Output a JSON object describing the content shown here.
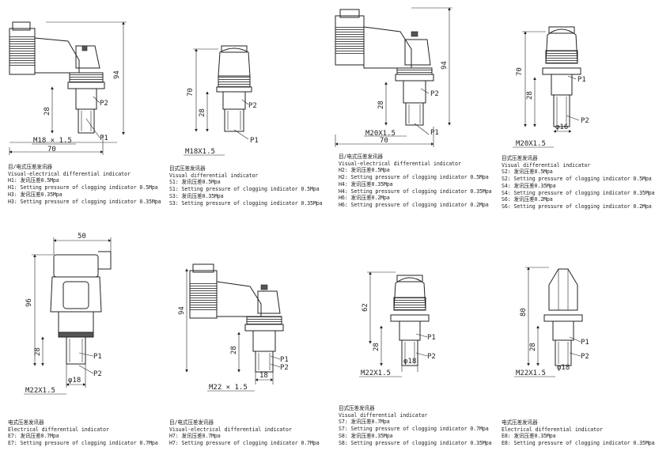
{
  "dimensions": {
    "d1": {
      "height": "94",
      "h2": "28",
      "width": "70",
      "thread": "M18 × 1.5"
    },
    "d2": {
      "height": "70",
      "h2": "28",
      "thread": "M18X1.5"
    },
    "d3": {
      "height": "94",
      "h2": "28",
      "width": "70",
      "thread": "M20X1.5"
    },
    "d4": {
      "height": "70",
      "h2": "28",
      "thread": "M20X1.5",
      "dia": "φ16"
    },
    "d5": {
      "height": "96",
      "h2": "28",
      "width": "50",
      "thread": "M22X1.5",
      "dia": "φ18"
    },
    "d6": {
      "height": "94",
      "h2": "28",
      "width": "18",
      "thread": "M22 × 1.5"
    },
    "d7": {
      "height": "62",
      "h2": "28",
      "thread": "M22X1.5",
      "dia": "φ18"
    },
    "d8": {
      "height": "80",
      "h2": "28",
      "thread": "M22X1.5",
      "dia": "φ18"
    }
  },
  "labels": {
    "p1": "P1",
    "p2": "P2"
  },
  "captions": {
    "c1": [
      "目/电式压差发讯器",
      "Visual-electrical differential indicator",
      "H1: 发讯压差0.5Mpa",
      "H1: Setting pressure of clogging indicator 0.5Mpa",
      "H3: 发讯压差0.35Mpa",
      "H3: Setting pressure of clogging indicator 0.35Mpa"
    ],
    "c2": [
      "目式压差发讯器",
      "Visual differential indicator",
      "S1: 发讯压差0.5Mpa",
      "S1: Setting pressure of clogging indicator 0.5Mpa",
      "S3: 发讯压差0.35Mpa",
      "S3: Setting pressure of clogging indicator 0.35Mpa"
    ],
    "c3": [
      "目/电式压差发讯器",
      "Visual-electrical differential indicator",
      "H2: 发讯压差0.5Mpa",
      "H2: Setting pressure of clogging indicator 0.5Mpa",
      "H4: 发讯压差0.35Mpa",
      "H4: Setting pressure of clogging indicator 0.35Mpa",
      "H6: 发讯压差0.2Mpa",
      "H6: Setting pressure of clogging indicator 0.2Mpa"
    ],
    "c4": [
      "目式压差发讯器",
      "Visual differential indicator",
      "S2: 发讯压差0.5Mpa",
      "S2: Setting pressure of clogging indicator 0.5Mpa",
      "S4: 发讯压差0.35Mpa",
      "S4: Setting pressure of clogging indicator 0.35Mpa",
      "S6: 发讯压差0.2Mpa",
      "S6: Setting pressure of clogging indicator 0.2Mpa"
    ],
    "c5": [
      "电式压差发讯器",
      "Electrical differential indicator",
      "E7: 发讯压差0.7Mpa",
      "E7: Setting pressure of clogging indicator 0.7Mpa"
    ],
    "c6": [
      "目/电式压差发讯器",
      "Visual-electrical differential indicator",
      "H7: 发讯压差0.7Mpa",
      "H7: Setting pressure of clogging indicator 0.7Mpa"
    ],
    "c7": [
      "目式压差发讯器",
      "Visual differential indicator",
      "S7: 发讯压差0.7Mpa",
      "S7: Setting pressure of clogging indicator 0.7Mpa",
      "S8: 发讯压差0.35Mpa",
      "S8: Setting pressure of clogging indicator 0.35Mpa"
    ],
    "c8": [
      "电式压差发讯器",
      "Electrical differential indicator",
      "E8: 发讯压差0.35Mpa",
      "E8: Setting pressure of clogging indicator 0.35Mpa"
    ]
  }
}
